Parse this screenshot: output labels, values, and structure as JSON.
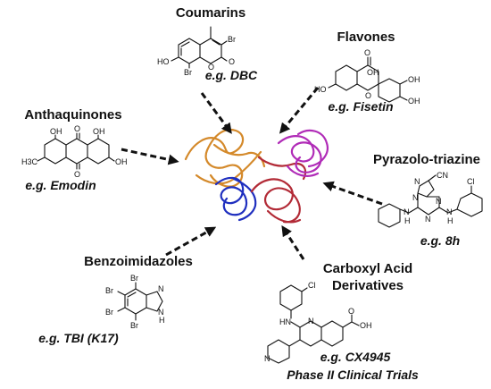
{
  "classes": {
    "coumarins": {
      "name": "Coumarins",
      "example": "e.g. DBC",
      "atoms": [
        "Br",
        "HO",
        "Br",
        "O",
        "O"
      ]
    },
    "flavones": {
      "name": "Flavones",
      "example": "e.g. Fisetin",
      "atoms": [
        "O",
        "HO",
        "O",
        "OH",
        "OH",
        "OH"
      ]
    },
    "anthaquinones": {
      "name": "Anthaquinones",
      "example": "e.g. Emodin",
      "atoms": [
        "OH",
        "O",
        "OH",
        "H3C",
        "O",
        "OH"
      ]
    },
    "pyrazolo": {
      "name": "Pyrazolo-triazine",
      "example": "e.g. 8h",
      "atoms": [
        "N",
        "CN",
        "Cl",
        "N",
        "N",
        "N",
        "N",
        "H",
        "N",
        "H"
      ]
    },
    "benzoimidazoles": {
      "name": "Benzoimidazoles",
      "example": "e.g. TBI (K17)",
      "atoms": [
        "Br",
        "Br",
        "N",
        "Br",
        "N",
        "H",
        "Br"
      ]
    },
    "carboxyl": {
      "name_line1": "Carboxyl Acid",
      "name_line2": "Derivatives",
      "example_line1": "e.g. CX4945",
      "example_line2": "Phase II Clinical Trials",
      "atoms": [
        "Cl",
        "HN",
        "N",
        "OH",
        "O",
        "N"
      ]
    }
  },
  "protein": {
    "colors": [
      "#d4892a",
      "#1f2fbf",
      "#b22a36",
      "#b02bb7"
    ]
  },
  "arrow_color": "#111111"
}
